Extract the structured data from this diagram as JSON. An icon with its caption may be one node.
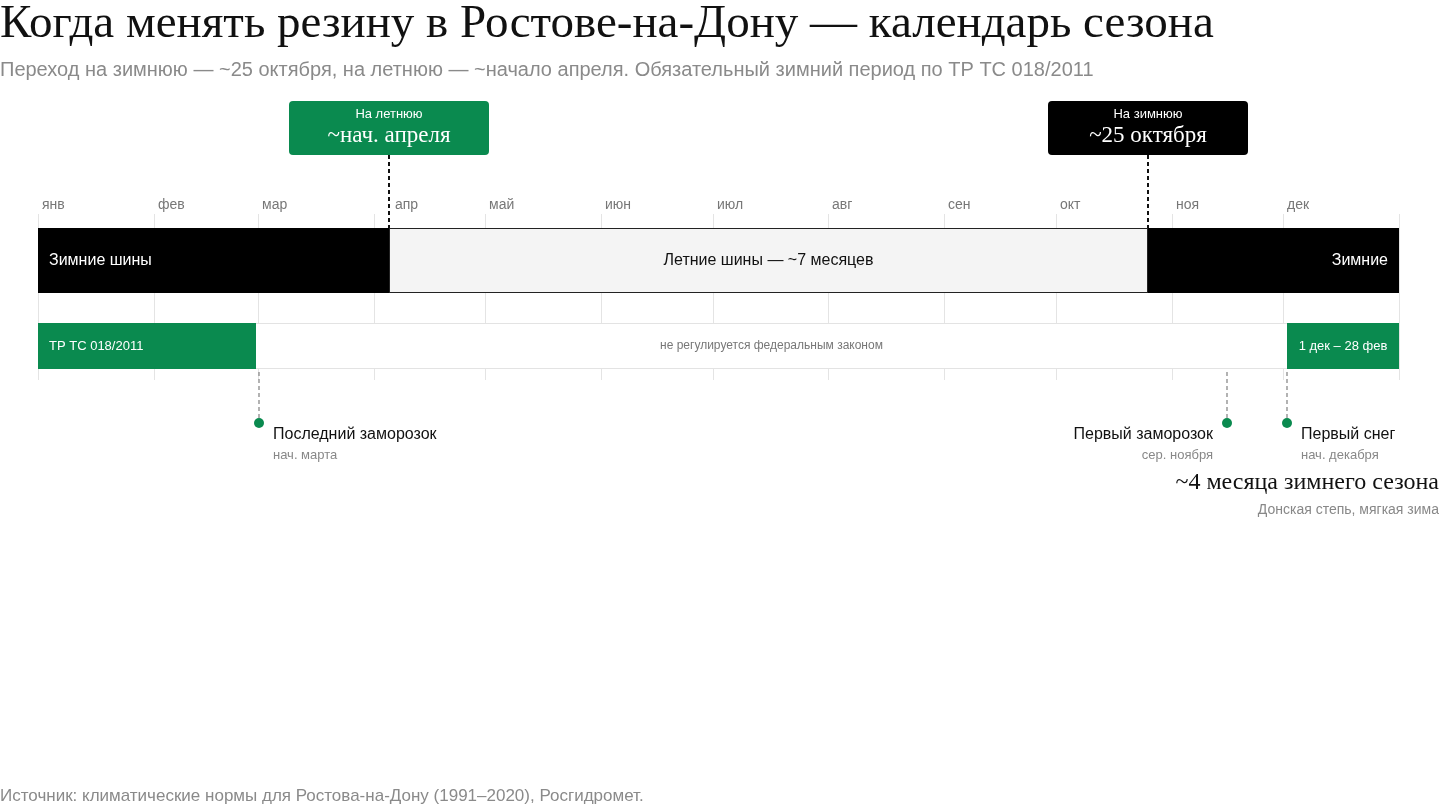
{
  "diagram": {
    "title": "Когда менять резину в Ростове-на-Дону — календарь сезона",
    "caption": "Источник: климатические нормы для Ростова-на-Дону (1991–2020), Росгидромет.",
    "nodes": [
      {
        "text": [
          "На летнюю",
          "~нач. апреля"
        ]
      },
      {
        "text": [
          "На зимнюю",
          "~25 октября"
        ]
      },
      {
        "text": [
          "Зимние шины"
        ]
      },
      {
        "text": [
          "Летние шины — ~7 месяцев"
        ]
      },
      {
        "text": [
          "Зимние"
        ]
      },
      {
        "text": [
          "ТР ТС 018/2011"
        ]
      },
      {
        "text": [
          "не регулируется федеральным законом"
        ]
      },
      {
        "text": [
          "1 дек – 28 фев"
        ]
      },
      {
        "text": [],
        "shape": "circle",
        "beside": [
          "Последний заморозок",
          "нач. марта"
        ]
      },
      {
        "text": [],
        "shape": "circle",
        "beside": [
          "Первый заморозок",
          "сер. ноября"
        ]
      },
      {
        "text": [],
        "shape": "circle",
        "beside": [
          "Первый снег",
          "нач. декабря"
        ]
      }
    ],
    "edges": [
      {
        "from": 0,
        "to": 3,
        "arrow": "none",
        "style": "dashed",
        "color": "#111111"
      },
      {
        "from": 1,
        "to": 4,
        "arrow": "none",
        "style": "dashed",
        "color": "#111111"
      },
      {
        "from": 8,
        "to": 6,
        "arrow": "none",
        "style": "dashed"
      },
      {
        "from": 9,
        "to": 6,
        "arrow": "none",
        "style": "dashed"
      },
      {
        "from": 10,
        "to": 7,
        "arrow": "none",
        "style": "dashed"
      }
    ],
    "labels": [
      "Переход на зимнюю — ~25 октября, на летнюю — ~начало апреля. Обязательный зимний период по ТР ТС 018/2011",
      "янв",
      "фев",
      "мар",
      "апр",
      "май",
      "июн",
      "июл",
      "авг",
      "сен",
      "окт",
      "ноя",
      "дек",
      "~4 месяца зимнего сезона",
      "Донская степь, мягкая зима"
    ]
  }
}
